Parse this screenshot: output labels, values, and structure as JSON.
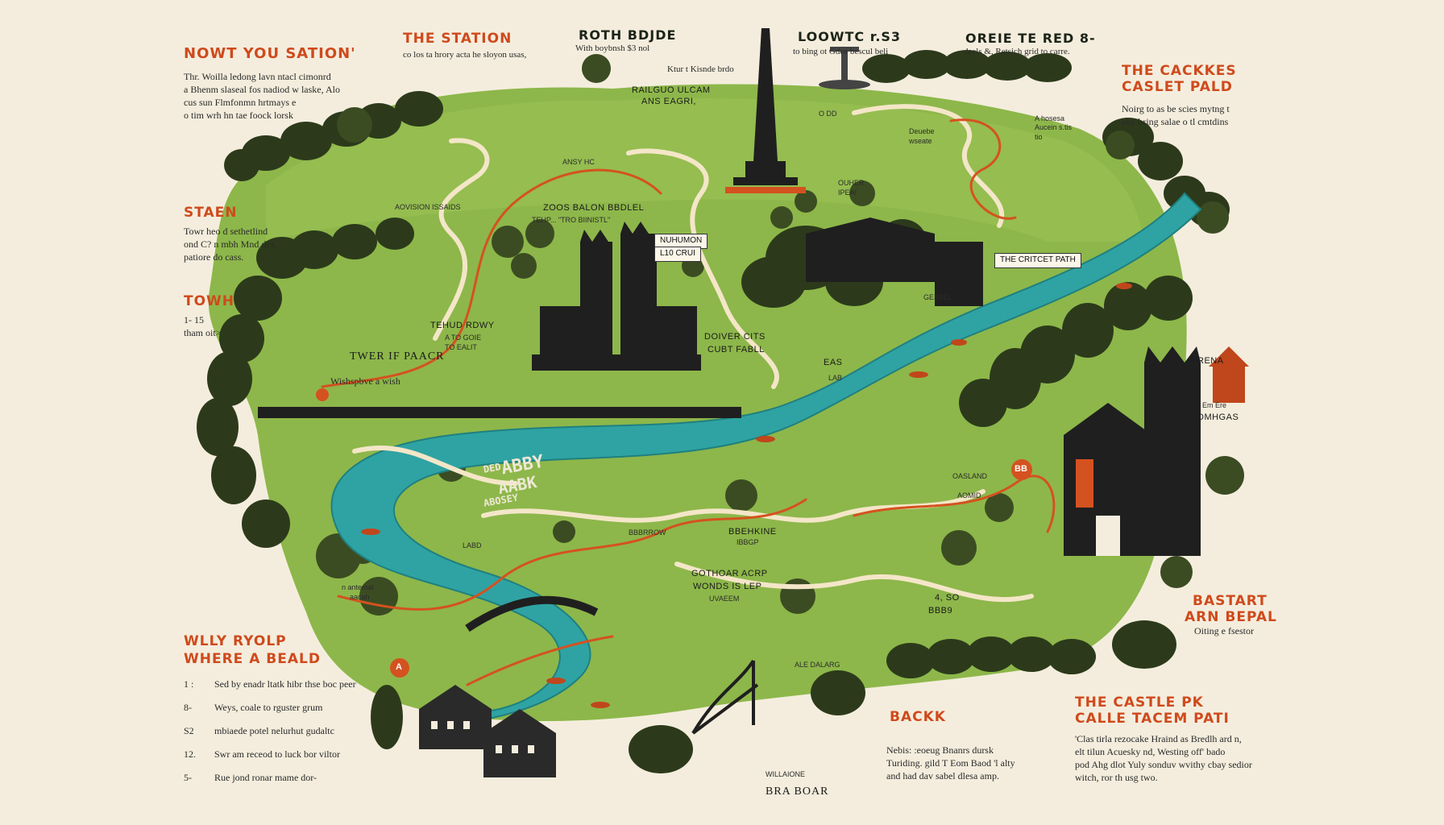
{
  "top_left": {
    "heading": "NOWT YOU SATION'",
    "text": [
      "Thr. Woilla ledong lavn ntacl cimonrd",
      "a Bhenm slaseal fos nadiod w laske, Alo",
      "cus sun Flmfonmn hrtmays e",
      "o tim wrh hn tae foock lorsk"
    ]
  },
  "left_stack": {
    "staen_heading": "STAEN",
    "staen_text": [
      "Towr heo d sethetlind",
      "ond C? n mbh Mnd dex",
      "patiore do cass."
    ],
    "towh_heading": "TOWH",
    "towh_text": [
      "1- 15",
      "tham oit>"
    ]
  },
  "top_center": {
    "station_heading": "THE STATION",
    "station_text": "co los ta hrory acta he sloyon usas,",
    "bridge_heading": "ROTH BDJDE",
    "bridge_text": "With boybnsh $3 nol",
    "lookout_heading": "LOOWTC r.S3",
    "lookout_text": "to bing ot Gdee bescul beli",
    "obelisk_text": "Ktur t Kisnde brdo",
    "right_heading": "OREIE TE RED 8-",
    "right_text": "deels &, Retsich grid to carre."
  },
  "top_right": {
    "heading_1": "THE CACKKES",
    "heading_2": "CASLET PALD",
    "text": [
      "Noirg to as be scies mytng t",
      "aby bring salae o tl cmtdins"
    ]
  },
  "right_side": {
    "rena_heading": "RENA",
    "rena_text": [
      "Em Ere",
      "DMHGAS"
    ],
    "bastart_heading_1": "BASTART",
    "bastart_heading_2": "ARN BEPAL",
    "bastart_text": "Oiting e fsestor"
  },
  "bottom_left": {
    "heading_1": "WLLY RYOLP",
    "heading_2": "WHERE A BEALD",
    "items": [
      {
        "num": "1 :",
        "text": "Sed by enadr ltatk hibr thse boc peer"
      },
      {
        "num": "8-",
        "text": "Weys, coale to rguster grum"
      },
      {
        "num": "S2",
        "text": "mbiaede potel nelurhut gudaltc"
      },
      {
        "num": "12.",
        "text": "Swr am receod to luck bor viltor"
      },
      {
        "num": "5-",
        "text": "Rue jond ronar mame dor-"
      }
    ]
  },
  "bottom_center": {
    "back_heading": "BACKK",
    "back_text": [
      "Nebis: :eoeug Bnanrs dursk",
      "Turiding. gild T Eom Baod 'l alty",
      "and had dav sabel dlesa amp."
    ],
    "willaione": "WILLAIONE",
    "bra_boar": "BRA BOAR"
  },
  "bottom_right": {
    "heading_1": "THE CASTLE PK",
    "heading_2": "CALLE TACEM PATI",
    "text": [
      "'Clas tirla rezocake Hraind as Bredlh ard n,",
      "elt tilun Acuesky nd, Westing off' bado",
      "pod Ahg dlot Yuly sonduv wvithy cbay sedior",
      "witch, ror th usg two."
    ]
  },
  "map_labels": {
    "railway": [
      "RAILGUO ULCAM",
      "ANS EAGRI,"
    ],
    "ansy": "ANSY HC",
    "zoos": [
      "ZOOS BALON BBDLEL",
      "TEHP... \"TRO BIINISTL\""
    ],
    "numman_sign": [
      "NUHUMON",
      "L10 CRUI"
    ],
    "cricket_sign": "THE CRITCET PATH",
    "ouher": [
      "OUHER",
      "IPEAI"
    ],
    "tehud": [
      "TEHUD RDWY",
      "A TO GOIE",
      "TO EALIT"
    ],
    "twer_paacr": "TWER IF PAACR",
    "wish": "Wishspbve a wish",
    "dower": [
      "DOIVER CITS",
      "CUBT FABLL"
    ],
    "eas": [
      "EAS",
      "LAB"
    ],
    "abbey": [
      "DED",
      "ABBY",
      "AABK",
      "ABOSEY"
    ],
    "bbehkine": [
      "BBEHKINE",
      "IBBGP"
    ],
    "bbarrow": "BBBRROW",
    "gothoar": [
      "GOTHOAR ACRP",
      "WONDS IS LEP",
      "UVAEEM"
    ],
    "ladd": "LABD",
    "aadsed": "ALE DALARG",
    "soand": [
      "OASLAND",
      "AOMID"
    ],
    "numbers": [
      "4, SO",
      "BBB9"
    ],
    "gesbel": "GESBEL",
    "oo_dd": "O DD",
    "a_note": "A hosesa Aucein s.tis tio",
    "dcuble": [
      "Deuebe",
      "wseate"
    ],
    "antemal": [
      "n antemal",
      "aacah"
    ],
    "aovision": "AOVISION ISSAIDS",
    "marker_a": "A",
    "marker_bb": "BB"
  },
  "colors": {
    "background": "#f4eddd",
    "grass": "#8db74a",
    "trees": "#2c3a1b",
    "river": "#2fa3a3",
    "path": "#f4e6c8",
    "route": "#d4521f",
    "buildings": "#272727"
  }
}
